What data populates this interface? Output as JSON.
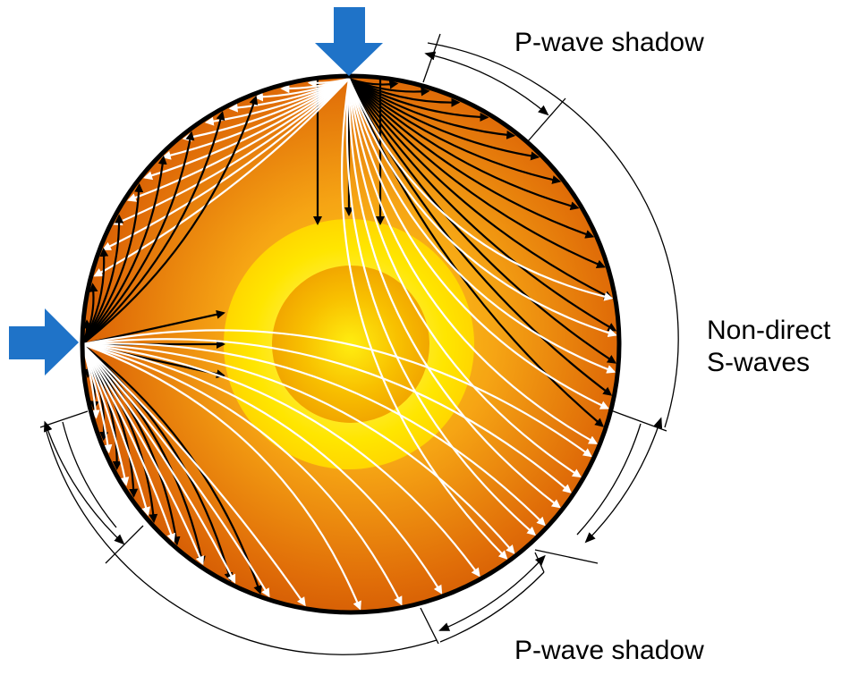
{
  "labels": {
    "p_shadow_top": "P-wave shadow",
    "s_waves_line1": "Non-direct",
    "s_waves_line2": "S-waves",
    "p_shadow_bottom": "P-wave shadow"
  },
  "colors": {
    "mantle_outer": "#c84a00",
    "mantle_mid": "#f08a10",
    "mantle_inner": "#ffd21a",
    "outer_core": "#ffe600",
    "inner_core_center": "#ffee10",
    "inner_core_edge": "#f0a000",
    "p_wave_ray": "#000000",
    "s_wave_ray": "#ffffff",
    "source_arrow": "#1f73c8",
    "outline": "#000000"
  },
  "icons": {
    "source_top": "down-arrow-icon",
    "source_left": "right-arrow-icon"
  }
}
